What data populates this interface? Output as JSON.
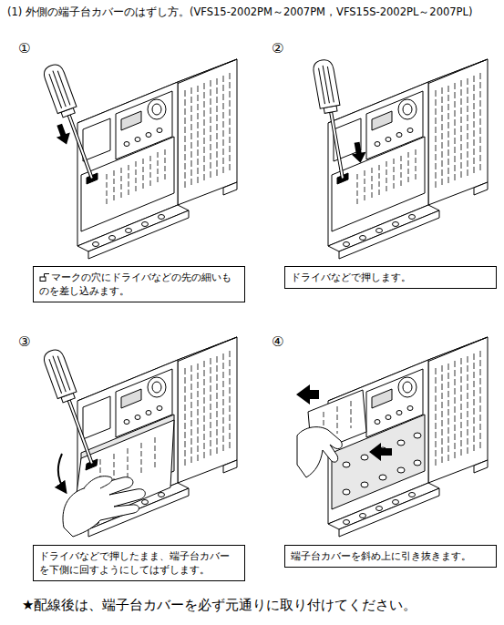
{
  "diagram": {
    "title": "(1) 外側の端子台カバーのはずし方。(VFS15-2002PM～2007PM，VFS15S-2002PL～2007PL)",
    "nodes": [
      {
        "text": [
          "マークの穴にドライバなどの先の細いものを差し込みます。"
        ]
      },
      {
        "text": [
          "ドライバなどで押します。"
        ]
      },
      {
        "text": [
          "ドライバなどで押したまま、端子台カバーを下側に回すようにしてはずします。"
        ]
      },
      {
        "text": [
          "端子台カバーを斜め上に引き抜きます。"
        ]
      }
    ],
    "labels": [
      "①",
      "②",
      "③",
      "④",
      "★配線後は、端子台カバーを必ず元通りに取り付けてください。"
    ]
  }
}
